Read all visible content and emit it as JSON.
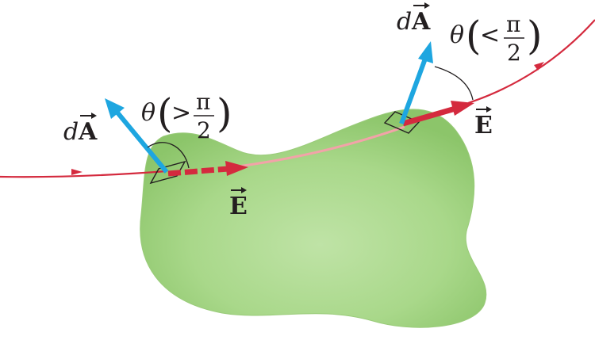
{
  "labels": {
    "area_vector_symbol_d": "d",
    "area_vector_symbol_a": "A",
    "field_symbol": "E",
    "theta": "θ",
    "open_paren": "(",
    "close_paren": ")",
    "greater_than": ">",
    "less_than": "<",
    "pi": "π",
    "two": "2"
  },
  "colors": {
    "surface_fill": "#a9d88a",
    "surface_edge": "#8fc46d",
    "field_line": "#d42a3e",
    "field_line_inside": "#f2a3a8",
    "area_vector": "#1ea6e0",
    "text": "#231f20"
  }
}
